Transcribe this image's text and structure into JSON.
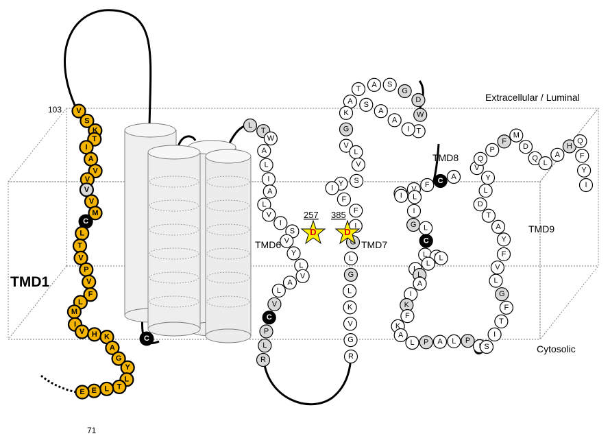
{
  "labels": {
    "extracellular": "Extracellular / Luminal",
    "cytosolic": "Cytosolic",
    "tmd1": "TMD1",
    "tmd6": "TMD6",
    "tmd7": "TMD7",
    "tmd8": "TMD8",
    "tmd9": "TMD9",
    "num_103": "103",
    "num_71": "71",
    "num_257": "257",
    "num_385": "385"
  },
  "active_site": {
    "residue": "D",
    "star_color": "#FFEE00",
    "letter_color": "#E00000"
  },
  "colors": {
    "orange": "#F5B400",
    "gray": "#D9D9D9",
    "black": "#000000",
    "white": "#FFFFFF"
  },
  "tmd1_residues": [
    {
      "aa": "V",
      "c": "orange"
    },
    {
      "aa": "S",
      "c": "orange"
    },
    {
      "aa": "K",
      "c": "orange"
    },
    {
      "aa": "T",
      "c": "orange"
    },
    {
      "aa": "I",
      "c": "orange"
    },
    {
      "aa": "A",
      "c": "orange"
    },
    {
      "aa": "V",
      "c": "orange"
    },
    {
      "aa": "V",
      "c": "orange"
    },
    {
      "aa": "V",
      "c": "gray"
    },
    {
      "aa": "V",
      "c": "orange"
    },
    {
      "aa": "M",
      "c": "orange"
    },
    {
      "aa": "C",
      "c": "black"
    },
    {
      "aa": "L",
      "c": "orange"
    },
    {
      "aa": "T",
      "c": "orange"
    },
    {
      "aa": "V",
      "c": "orange"
    },
    {
      "aa": "P",
      "c": "orange"
    },
    {
      "aa": "V",
      "c": "orange"
    },
    {
      "aa": "F",
      "c": "orange"
    },
    {
      "aa": "L",
      "c": "orange"
    },
    {
      "aa": "M",
      "c": "orange"
    },
    {
      "aa": "I",
      "c": "orange"
    },
    {
      "aa": "V",
      "c": "orange"
    },
    {
      "aa": "H",
      "c": "orange"
    },
    {
      "aa": "K",
      "c": "orange"
    },
    {
      "aa": "A",
      "c": "orange"
    },
    {
      "aa": "G",
      "c": "orange"
    },
    {
      "aa": "Y",
      "c": "orange"
    },
    {
      "aa": "L",
      "c": "orange"
    },
    {
      "aa": "T",
      "c": "orange"
    },
    {
      "aa": "L",
      "c": "orange"
    },
    {
      "aa": "E",
      "c": "orange"
    },
    {
      "aa": "E",
      "c": "orange"
    }
  ],
  "cys_loop": "C",
  "tmd6_residues": [
    {
      "aa": "L",
      "c": "gray"
    },
    {
      "aa": "T",
      "c": "gray"
    },
    {
      "aa": "W",
      "c": "white"
    },
    {
      "aa": "A",
      "c": "white"
    },
    {
      "aa": "L",
      "c": "white"
    },
    {
      "aa": "I",
      "c": "white"
    },
    {
      "aa": "A",
      "c": "white"
    },
    {
      "aa": "L",
      "c": "white"
    },
    {
      "aa": "V",
      "c": "white"
    },
    {
      "aa": "I",
      "c": "white"
    },
    {
      "aa": "S",
      "c": "white"
    },
    {
      "aa": "V",
      "c": "white"
    },
    {
      "aa": "Y",
      "c": "white"
    },
    {
      "aa": "L",
      "c": "white"
    },
    {
      "aa": "V",
      "c": "white"
    },
    {
      "aa": "A",
      "c": "white"
    },
    {
      "aa": "L",
      "c": "white"
    },
    {
      "aa": "V",
      "c": "gray"
    },
    {
      "aa": "C",
      "c": "black"
    },
    {
      "aa": "P",
      "c": "gray"
    },
    {
      "aa": "L",
      "c": "gray"
    },
    {
      "aa": "R",
      "c": "gray"
    }
  ],
  "tmd7_residues": [
    {
      "aa": "T",
      "c": "white"
    },
    {
      "aa": "A",
      "c": "white"
    },
    {
      "aa": "S",
      "c": "white"
    },
    {
      "aa": "G",
      "c": "gray"
    },
    {
      "aa": "D",
      "c": "gray"
    },
    {
      "aa": "W",
      "c": "gray"
    },
    {
      "aa": "T",
      "c": "white"
    },
    {
      "aa": "I",
      "c": "white"
    },
    {
      "aa": "A",
      "c": "white"
    },
    {
      "aa": "A",
      "c": "white"
    },
    {
      "aa": "S",
      "c": "white"
    },
    {
      "aa": "A",
      "c": "white"
    },
    {
      "aa": "K",
      "c": "white"
    },
    {
      "aa": "G",
      "c": "gray"
    },
    {
      "aa": "V",
      "c": "white"
    },
    {
      "aa": "L",
      "c": "white"
    },
    {
      "aa": "V",
      "c": "white"
    },
    {
      "aa": "S",
      "c": "white"
    },
    {
      "aa": "Y",
      "c": "white"
    },
    {
      "aa": "I",
      "c": "white"
    },
    {
      "aa": "F",
      "c": "white"
    },
    {
      "aa": "F",
      "c": "white"
    },
    {
      "aa": "I",
      "c": "white"
    },
    {
      "aa": "G",
      "c": "gray"
    },
    {
      "aa": "L",
      "c": "white"
    },
    {
      "aa": "G",
      "c": "gray"
    },
    {
      "aa": "L",
      "c": "white"
    },
    {
      "aa": "K",
      "c": "white"
    },
    {
      "aa": "V",
      "c": "white"
    },
    {
      "aa": "G",
      "c": "white"
    },
    {
      "aa": "R",
      "c": "white"
    }
  ],
  "tmd8_residues": [
    {
      "aa": "A",
      "c": "white"
    },
    {
      "aa": "C",
      "c": "black"
    },
    {
      "aa": "F",
      "c": "white"
    },
    {
      "aa": "V",
      "c": "white"
    },
    {
      "aa": "A",
      "c": "white"
    },
    {
      "aa": "I",
      "c": "white"
    },
    {
      "aa": "L",
      "c": "white"
    },
    {
      "aa": "I",
      "c": "white"
    },
    {
      "aa": "G",
      "c": "gray"
    },
    {
      "aa": "L",
      "c": "white"
    },
    {
      "aa": "C",
      "c": "black"
    },
    {
      "aa": "L",
      "c": "white"
    },
    {
      "aa": "T",
      "c": "white"
    },
    {
      "aa": "L",
      "c": "white"
    },
    {
      "aa": "L",
      "c": "white"
    },
    {
      "aa": "L",
      "c": "white"
    },
    {
      "aa": "L",
      "c": "gray"
    },
    {
      "aa": "A",
      "c": "white"
    },
    {
      "aa": "I",
      "c": "white"
    },
    {
      "aa": "K",
      "c": "gray"
    },
    {
      "aa": "F",
      "c": "white"
    },
    {
      "aa": "K",
      "c": "white"
    },
    {
      "aa": "A",
      "c": "white"
    },
    {
      "aa": "L",
      "c": "white"
    },
    {
      "aa": "P",
      "c": "gray"
    },
    {
      "aa": "A",
      "c": "white"
    },
    {
      "aa": "L",
      "c": "white"
    },
    {
      "aa": "P",
      "c": "gray"
    },
    {
      "aa": "I",
      "c": "white"
    }
  ],
  "tmd9_residues": [
    {
      "aa": "S",
      "c": "white"
    },
    {
      "aa": "I",
      "c": "white"
    },
    {
      "aa": "T",
      "c": "white"
    },
    {
      "aa": "F",
      "c": "white"
    },
    {
      "aa": "G",
      "c": "gray"
    },
    {
      "aa": "L",
      "c": "white"
    },
    {
      "aa": "V",
      "c": "white"
    },
    {
      "aa": "F",
      "c": "white"
    },
    {
      "aa": "Y",
      "c": "white"
    },
    {
      "aa": "A",
      "c": "white"
    },
    {
      "aa": "T",
      "c": "white"
    },
    {
      "aa": "D",
      "c": "white"
    },
    {
      "aa": "L",
      "c": "white"
    },
    {
      "aa": "Y",
      "c": "white"
    },
    {
      "aa": "V",
      "c": "white"
    },
    {
      "aa": "Q",
      "c": "white"
    },
    {
      "aa": "P",
      "c": "white"
    },
    {
      "aa": "F",
      "c": "gray"
    },
    {
      "aa": "M",
      "c": "white"
    },
    {
      "aa": "D",
      "c": "white"
    },
    {
      "aa": "Q",
      "c": "white"
    },
    {
      "aa": "L",
      "c": "white"
    },
    {
      "aa": "A",
      "c": "white"
    },
    {
      "aa": "H",
      "c": "gray"
    },
    {
      "aa": "Q",
      "c": "white"
    },
    {
      "aa": "F",
      "c": "white"
    },
    {
      "aa": "Y",
      "c": "white"
    },
    {
      "aa": "I",
      "c": "white"
    }
  ]
}
